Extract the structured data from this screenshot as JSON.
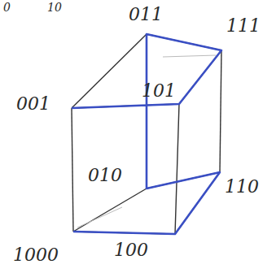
{
  "diagram": {
    "labels": [
      "0",
      "10",
      "011",
      "111",
      "001",
      "101",
      "010",
      "110",
      "1000",
      "100"
    ]
  }
}
